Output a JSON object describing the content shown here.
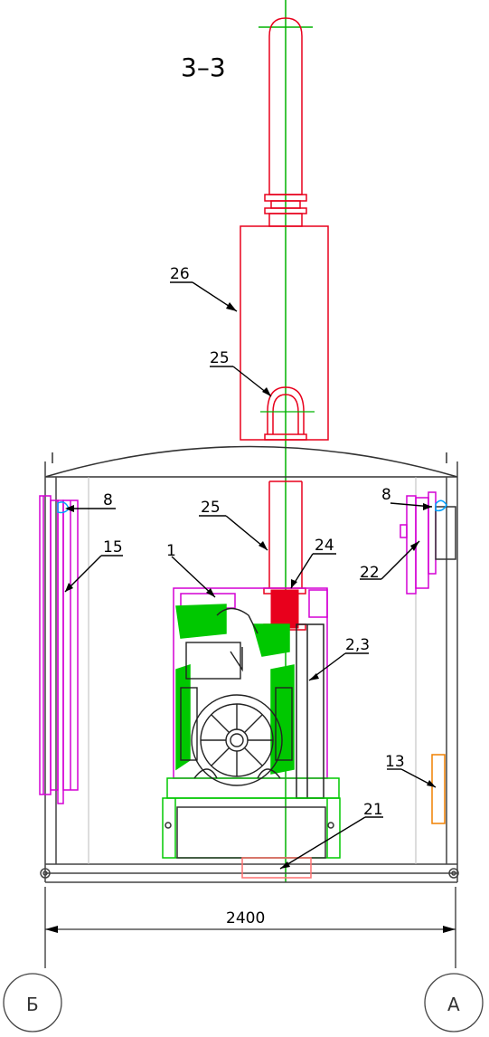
{
  "section_title": "3–3",
  "dimension": "2400",
  "axes": {
    "left": "Б",
    "right": "А"
  },
  "callouts": {
    "c26": "26",
    "c25_top": "25",
    "c8_left": "8",
    "c8_right": "8",
    "c25_mid": "25",
    "c24": "24",
    "c15": "15",
    "c22": "22",
    "c1": "1",
    "c23": "2,3",
    "c13": "13",
    "c21": "21"
  },
  "colors": {
    "exhaust": "#e8001c",
    "centerline": "#00b400",
    "radiator": "#d400d4",
    "engine": "#00c800",
    "panel": "#f08000",
    "frame": "#333333"
  }
}
